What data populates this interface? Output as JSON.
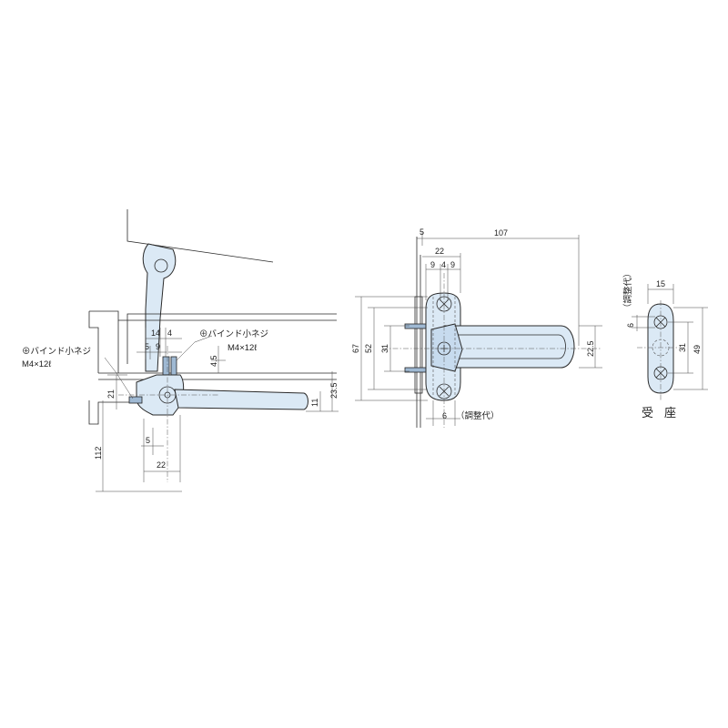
{
  "side_view": {
    "label_screw_left_1": "⊕バインド小ネジ",
    "label_screw_left_2": "M4×12ℓ",
    "label_screw_right_1": "⊕バインド小ネジ",
    "label_screw_right_2": "M4×12ℓ",
    "dim_14": "14",
    "dim_4_top": "4",
    "dim_5_top": "5",
    "dim_9": "9",
    "dim_4_5": "4.5",
    "dim_21": "21",
    "dim_11": "11",
    "dim_23_5": "23.5",
    "dim_112": "112",
    "dim_5_bottom": "5",
    "dim_22": "22"
  },
  "front_view": {
    "dim_5": "5",
    "dim_107": "107",
    "dim_22": "22",
    "dim_9_a": "9",
    "dim_4": "4",
    "dim_9_b": "9",
    "dim_67": "67",
    "dim_52": "52",
    "dim_31": "31",
    "dim_22_5": "22.5",
    "dim_6": "6",
    "label_adjust": "（調整代）"
  },
  "receiver_view": {
    "dim_15": "15",
    "dim_6": "6",
    "label_adjust": "（調整代）",
    "dim_31": "31",
    "dim_49": "49",
    "title": "受座"
  }
}
